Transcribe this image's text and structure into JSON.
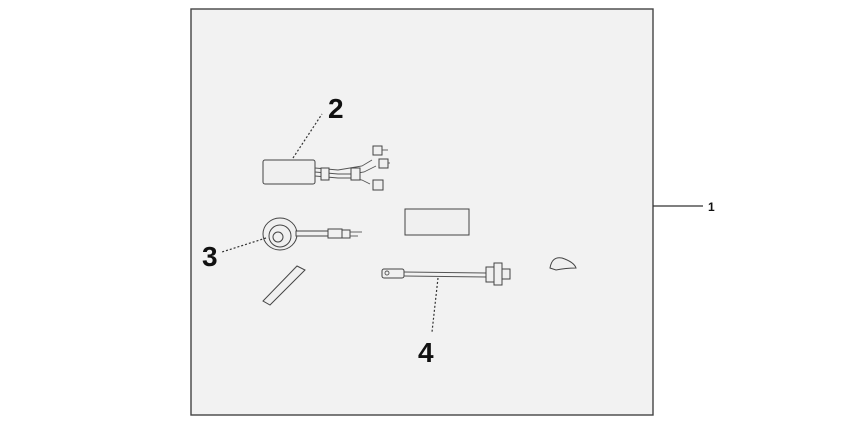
{
  "callouts": {
    "kit": "1",
    "control_unit": "2",
    "siren": "3",
    "cable": "4"
  },
  "colors": {
    "background": "#ffffff",
    "frame_fill": "#f2f2f2",
    "frame_stroke": "#444444",
    "line": "#333333",
    "text": "#111111"
  }
}
